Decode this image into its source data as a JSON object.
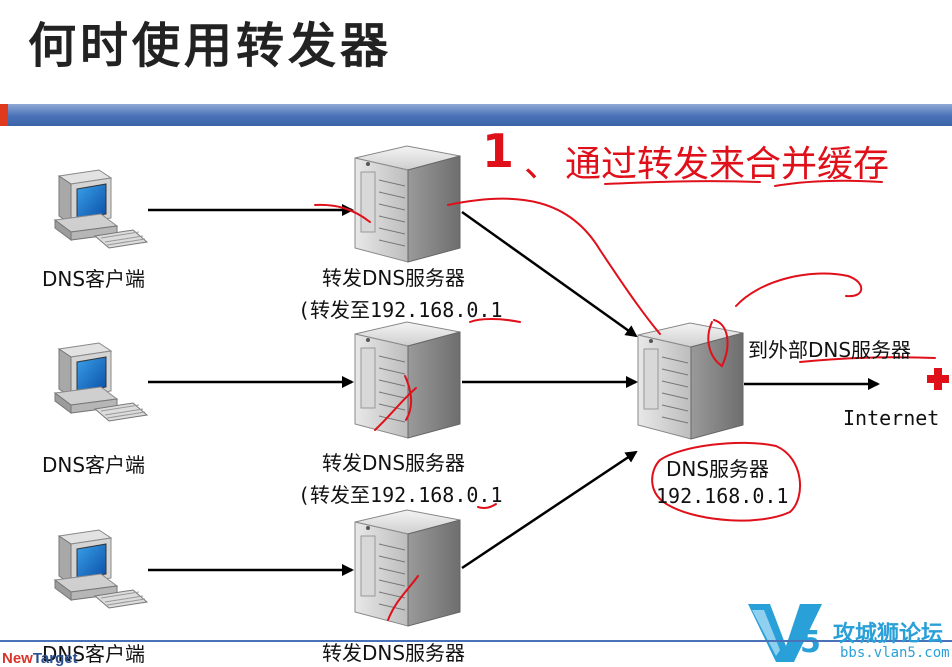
{
  "slide": {
    "title": "何时使用转发器",
    "step_number": "1",
    "step_separator": "、",
    "step_heading": "通过转发来合并缓存"
  },
  "clients": [
    {
      "label": "DNS客户端"
    },
    {
      "label": "DNS客户端"
    },
    {
      "label": "DNS客户端"
    }
  ],
  "forwarders": [
    {
      "label": "转发DNS服务器",
      "sublabel": "(转发至192.168.0.1"
    },
    {
      "label": "转发DNS服务器",
      "sublabel": "(转发至192.168.0.1"
    },
    {
      "label": "转发DNS服务器"
    }
  ],
  "dns_server": {
    "label": "DNS服务器",
    "ip": "192.168.0.1"
  },
  "external": {
    "label": "到外部DNS服务器",
    "internet": "Internet"
  },
  "footer": {
    "brand_new": "New",
    "brand_target": "Target",
    "watermark_name": "攻城狮论坛",
    "watermark_site": "bbs.vlan5.com"
  },
  "colors": {
    "annotation": "#e0101a",
    "band": "#4a72b8",
    "watermark": "#2aa0d8"
  }
}
